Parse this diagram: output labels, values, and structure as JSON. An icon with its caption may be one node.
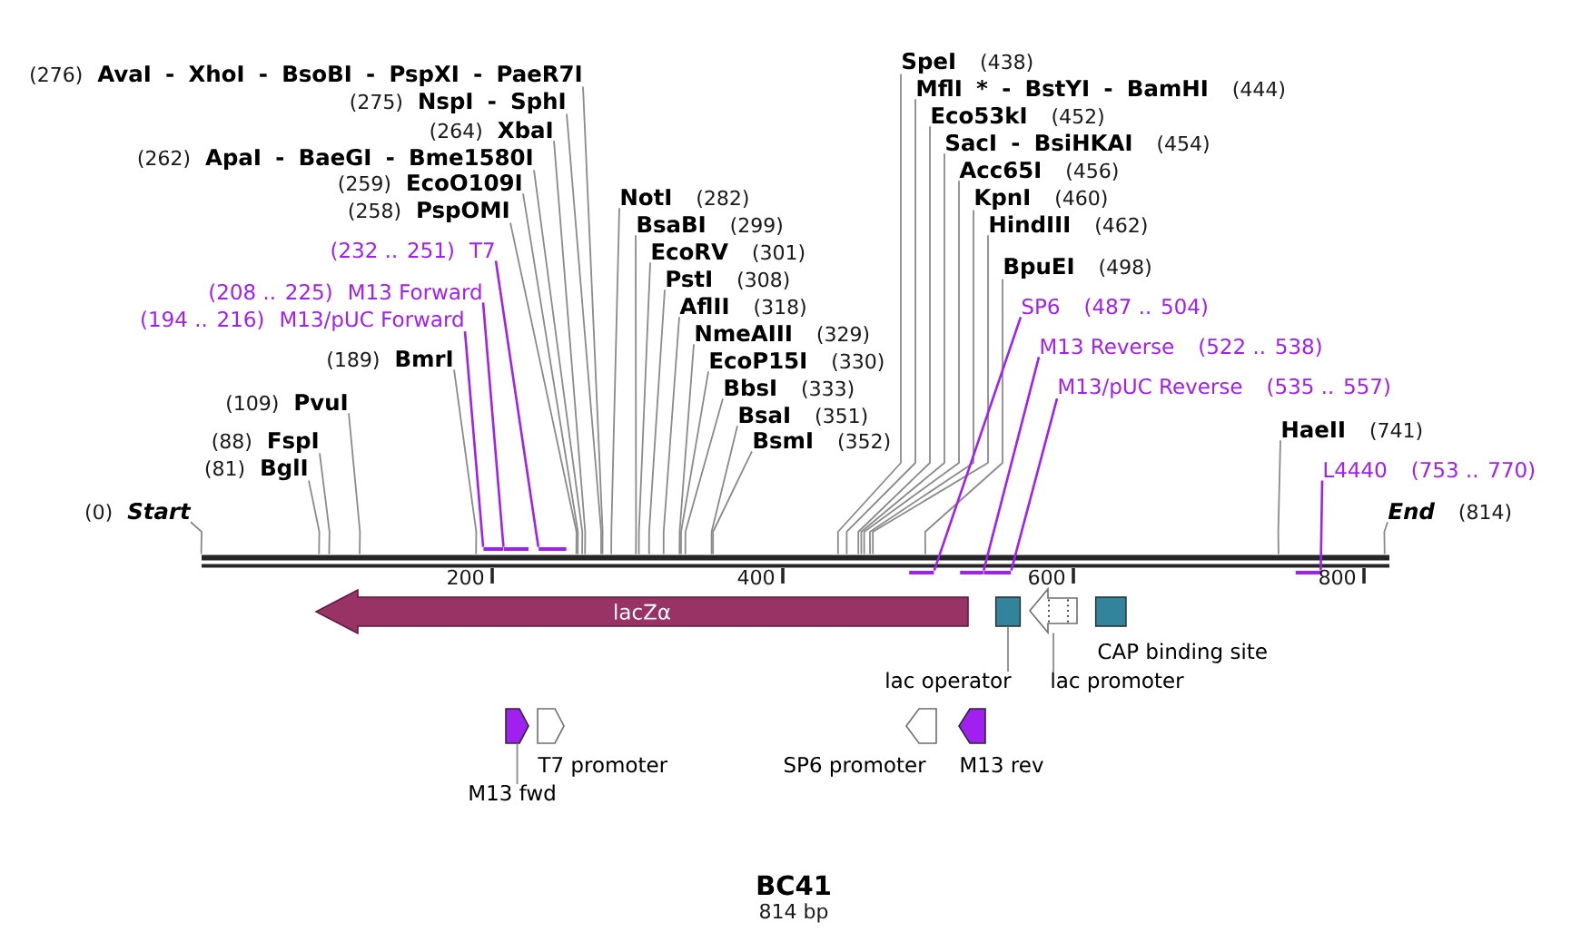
{
  "diagram": {
    "title": "BC41",
    "caption": "814 bp",
    "nodes": [
      {
        "text": [
          "(276)",
          "AvaI - XhoI - BsoBI - PspXI - PaeR7I"
        ]
      },
      {
        "text": [
          "(275)",
          "NspI - SphI"
        ]
      },
      {
        "text": [
          "(264)",
          "XbaI"
        ]
      },
      {
        "text": [
          "(262)",
          "ApaI - BaeGI - Bme1580I"
        ]
      },
      {
        "text": [
          "(259)",
          "EcoO109I"
        ]
      },
      {
        "text": [
          "(258)",
          "PspOMI"
        ]
      },
      {
        "text": [
          "(232 .. 251)",
          "T7"
        ]
      },
      {
        "text": [
          "(208 .. 225)",
          "M13 Forward"
        ]
      },
      {
        "text": [
          "(194 .. 216)",
          "M13/pUC Forward"
        ]
      },
      {
        "text": [
          "(189)",
          "BmrI"
        ]
      },
      {
        "text": [
          "(109)",
          "PvuI"
        ]
      },
      {
        "text": [
          "(88)",
          "FspI"
        ]
      },
      {
        "text": [
          "(81)",
          "BglI"
        ]
      },
      {
        "text": [
          "(0)",
          "Start"
        ]
      },
      {
        "text": [
          "NotI",
          "(282)"
        ]
      },
      {
        "text": [
          "BsaBI",
          "(299)"
        ]
      },
      {
        "text": [
          "EcoRV",
          "(301)"
        ]
      },
      {
        "text": [
          "PstI",
          "(308)"
        ]
      },
      {
        "text": [
          "AflII",
          "(318)"
        ]
      },
      {
        "text": [
          "NmeAIII",
          "(329)"
        ]
      },
      {
        "text": [
          "EcoP15I",
          "(330)"
        ]
      },
      {
        "text": [
          "BbsI",
          "(333)"
        ]
      },
      {
        "text": [
          "BsaI",
          "(351)"
        ]
      },
      {
        "text": [
          "BsmI",
          "(352)"
        ]
      },
      {
        "text": [
          "SpeI",
          "(438)"
        ]
      },
      {
        "text": [
          "MflI * - BstYI - BamHI",
          "(444)"
        ]
      },
      {
        "text": [
          "Eco53kI",
          "(452)"
        ]
      },
      {
        "text": [
          "SacI - BsiHKAI",
          "(454)"
        ]
      },
      {
        "text": [
          "Acc65I",
          "(456)"
        ]
      },
      {
        "text": [
          "KpnI",
          "(460)"
        ]
      },
      {
        "text": [
          "HindIII",
          "(462)"
        ]
      },
      {
        "text": [
          "BpuEI",
          "(498)"
        ]
      },
      {
        "text": [
          "SP6",
          "(487 .. 504)"
        ]
      },
      {
        "text": [
          "M13 Reverse",
          "(522 .. 538)"
        ]
      },
      {
        "text": [
          "M13/pUC Reverse",
          "(535 .. 557)"
        ]
      },
      {
        "text": [
          "HaeII",
          "(741)"
        ]
      },
      {
        "text": [
          "L4440",
          "(753 .. 770)"
        ]
      },
      {
        "text": [
          "End",
          "(814)"
        ]
      },
      {
        "text": [],
        "shape": "bar"
      },
      {
        "text": [],
        "shape": "bar"
      },
      {
        "text": [],
        "shape": "bar"
      },
      {
        "text": [],
        "shape": "bar"
      },
      {
        "text": [],
        "shape": "bar"
      },
      {
        "text": [],
        "shape": "bar"
      },
      {
        "text": [],
        "shape": "bar"
      },
      {
        "text": [],
        "shape": "bar"
      },
      {
        "text": [
          "lacZα"
        ]
      },
      {
        "text": [],
        "shape": "box"
      },
      {
        "text": [],
        "shape": "arrow"
      },
      {
        "text": [],
        "shape": "box",
        "beside": [
          "CAP binding site"
        ]
      },
      {
        "text": [
          "lac operator"
        ]
      },
      {
        "text": [
          "lac promoter"
        ]
      },
      {
        "text": [],
        "shape": "arrow"
      },
      {
        "text": [],
        "shape": "arrow",
        "beside": [
          "T7 promoter"
        ]
      },
      {
        "text": [],
        "shape": "arrow",
        "beside": [
          "SP6 promoter"
        ]
      },
      {
        "text": [],
        "shape": "arrow",
        "beside": [
          "M13 rev"
        ]
      },
      {
        "text": [
          "M13 fwd"
        ]
      }
    ],
    "edges": [
      {
        "from": 0,
        "to": 38,
        "arrow": "none"
      },
      {
        "from": 1,
        "to": 38,
        "arrow": "none"
      },
      {
        "from": 2,
        "to": 38,
        "arrow": "none"
      },
      {
        "from": 3,
        "to": 38,
        "arrow": "none"
      },
      {
        "from": 4,
        "to": 38,
        "arrow": "none"
      },
      {
        "from": 5,
        "to": 38,
        "arrow": "none"
      },
      {
        "from": 6,
        "to": 41,
        "arrow": "none",
        "color": "#a020f0"
      },
      {
        "from": 7,
        "to": 40,
        "arrow": "none",
        "color": "#a020f0"
      },
      {
        "from": 8,
        "to": 39,
        "arrow": "none",
        "color": "#a020f0"
      },
      {
        "from": 9,
        "to": 38,
        "arrow": "none"
      },
      {
        "from": 10,
        "to": 38,
        "arrow": "none"
      },
      {
        "from": 11,
        "to": 38,
        "arrow": "none"
      },
      {
        "from": 12,
        "to": 38,
        "arrow": "none"
      },
      {
        "from": 13,
        "to": 38,
        "arrow": "none"
      },
      {
        "from": 14,
        "to": 38,
        "arrow": "none"
      },
      {
        "from": 15,
        "to": 38,
        "arrow": "none"
      },
      {
        "from": 16,
        "to": 38,
        "arrow": "none"
      },
      {
        "from": 17,
        "to": 38,
        "arrow": "none"
      },
      {
        "from": 18,
        "to": 38,
        "arrow": "none"
      },
      {
        "from": 19,
        "to": 38,
        "arrow": "none"
      },
      {
        "from": 20,
        "to": 38,
        "arrow": "none"
      },
      {
        "from": 21,
        "to": 38,
        "arrow": "none"
      },
      {
        "from": 22,
        "to": 38,
        "arrow": "none"
      },
      {
        "from": 23,
        "to": 38,
        "arrow": "none"
      },
      {
        "from": 24,
        "to": 38,
        "arrow": "none"
      },
      {
        "from": 25,
        "to": 38,
        "arrow": "none"
      },
      {
        "from": 26,
        "to": 38,
        "arrow": "none"
      },
      {
        "from": 27,
        "to": 38,
        "arrow": "none"
      },
      {
        "from": 28,
        "to": 38,
        "arrow": "none"
      },
      {
        "from": 29,
        "to": 38,
        "arrow": "none"
      },
      {
        "from": 30,
        "to": 38,
        "arrow": "none"
      },
      {
        "from": 31,
        "to": 38,
        "arrow": "none"
      },
      {
        "from": 32,
        "to": 42,
        "arrow": "none",
        "color": "#a020f0"
      },
      {
        "from": 33,
        "to": 43,
        "arrow": "none",
        "color": "#a020f0"
      },
      {
        "from": 34,
        "to": 44,
        "arrow": "none",
        "color": "#a020f0"
      },
      {
        "from": 35,
        "to": 38,
        "arrow": "none"
      },
      {
        "from": 36,
        "to": 45,
        "arrow": "none",
        "color": "#a020f0"
      },
      {
        "from": 37,
        "to": 38,
        "arrow": "none"
      },
      {
        "from": 50,
        "to": 47,
        "arrow": "none"
      },
      {
        "from": 51,
        "to": 48,
        "arrow": "none"
      },
      {
        "from": 56,
        "to": 52,
        "arrow": "none"
      }
    ],
    "labels": [
      "200",
      "400",
      "600",
      "800"
    ]
  }
}
